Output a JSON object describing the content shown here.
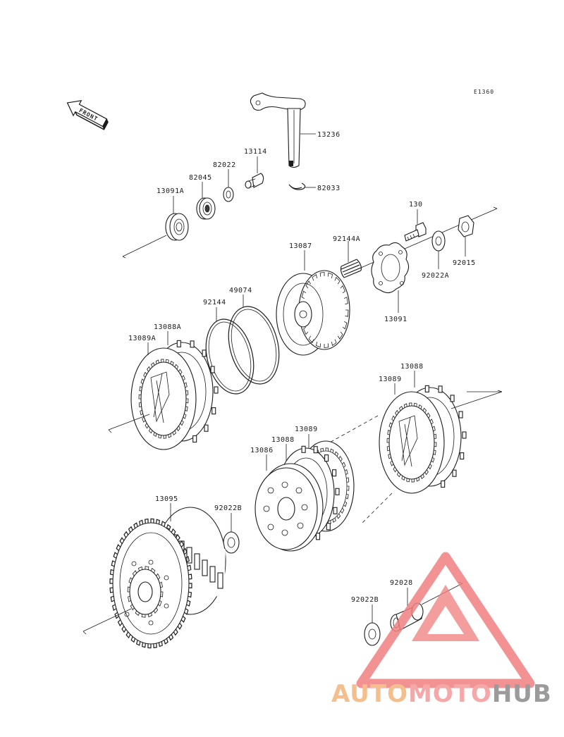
{
  "ref_code": "E1360",
  "front_label": "FRONT",
  "labels": {
    "p13236": "13236",
    "p13114": "13114",
    "p82022": "82022",
    "p82045": "82045",
    "p13091A": "13091A",
    "p82033": "82033",
    "p130": "130",
    "p92144A": "92144A",
    "p13087": "13087",
    "p92022A": "92022A",
    "p92015": "92015",
    "p13091": "13091",
    "p49074": "49074",
    "p92144": "92144",
    "p13088A": "13088A",
    "p13089A": "13089A",
    "p13088_top": "13088",
    "p13089_top": "13089",
    "p13089_mid": "13089",
    "p13088_mid": "13088",
    "p13086": "13086",
    "p13095": "13095",
    "p92022B_top": "92022B",
    "p92028": "92028",
    "p92022B_bot": "92022B"
  },
  "watermark": {
    "part1": "AUTO",
    "part2": "MOTO",
    "part3": "HUB",
    "colors": {
      "auto": "#f3b57a",
      "moto": "#f39a9a",
      "hub": "#8a8a8a",
      "triangle": "#f08080"
    }
  }
}
